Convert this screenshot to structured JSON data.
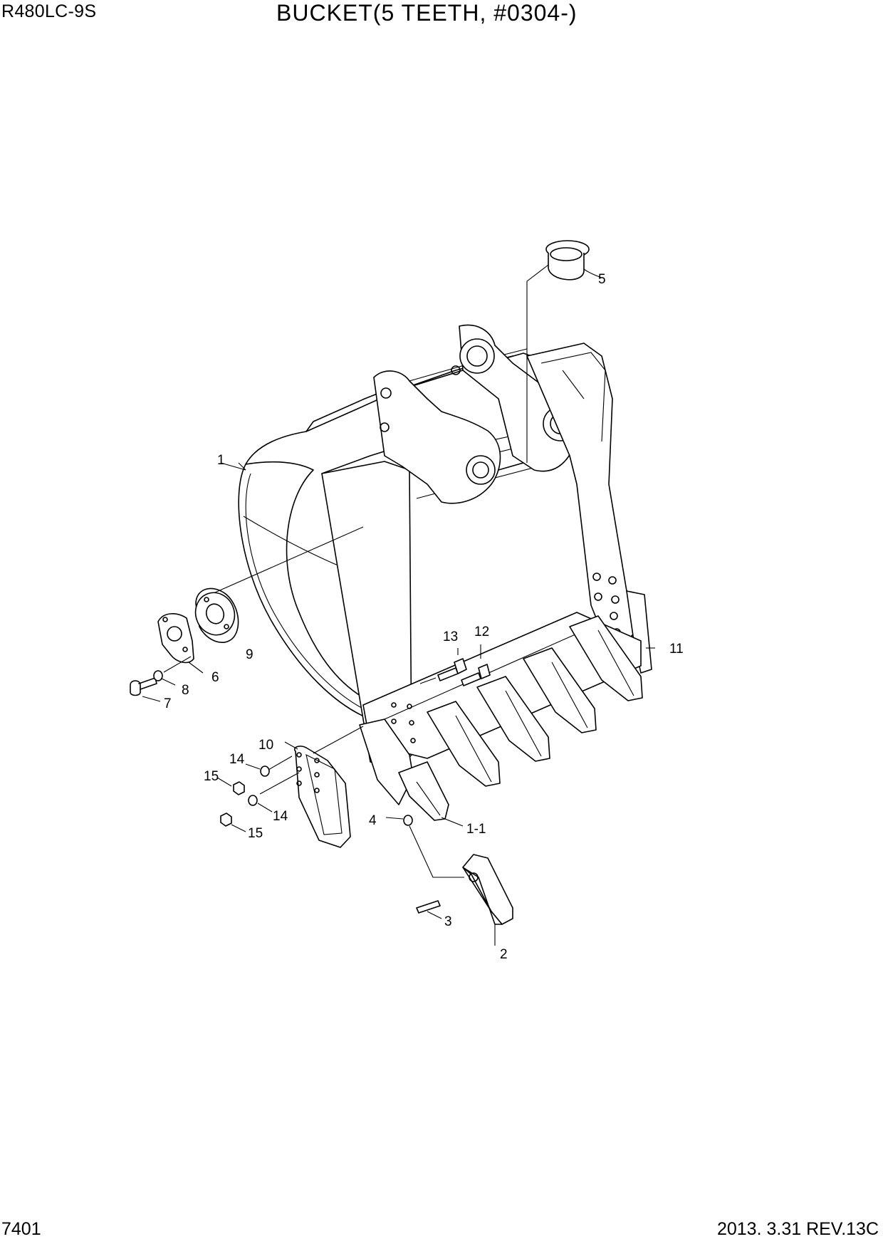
{
  "header": {
    "model": "R480LC-9S",
    "title": "BUCKET(5 TEETH, #0304-)"
  },
  "footer": {
    "page_number": "7401",
    "revision": "2013. 3.31  REV.13C"
  },
  "callouts": {
    "c1": "1",
    "c1_1": "1-1",
    "c2": "2",
    "c3": "3",
    "c4": "4",
    "c5": "5",
    "c6": "6",
    "c7": "7",
    "c8": "8",
    "c9": "9",
    "c10": "10",
    "c11": "11",
    "c12": "12",
    "c13": "13",
    "c14a": "14",
    "c14b": "14",
    "c15a": "15",
    "c15b": "15"
  }
}
